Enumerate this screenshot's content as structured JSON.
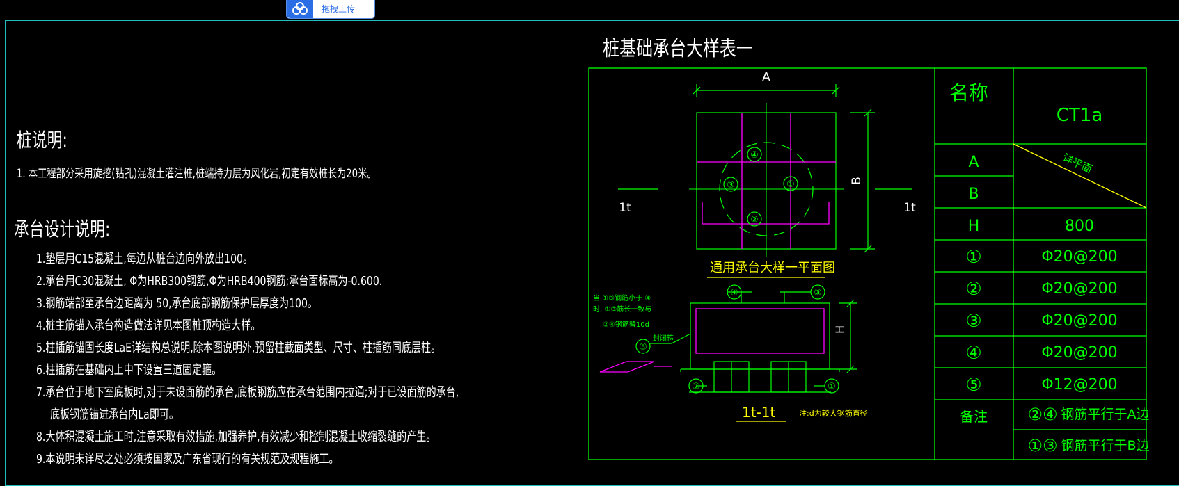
{
  "upload_label": "拖拽上传",
  "notes": {
    "pile_title": "桩说明:",
    "pile_line": "1. 本工程部分采用旋挖(钻孔)混凝土灌注桩,桩端持力层为风化岩,初定有效桩长为20米。",
    "cap_title": "承台设计说明:",
    "cap_lines": [
      "1.垫层用C15混凝土,每边从桩台边向外放出100。",
      "2.承台用C30混凝土, Φ为HRB300钢筋,Φ为HRB400钢筋;承台面标高为-0.600.",
      "3.钢筋端部至承台边距离为 50,承台底部钢筋保护层厚度为100。",
      "4.桩主筋锚入承台构造做法详见本图桩顶构造大样。",
      "5.柱插筋锚固长度LaE详结构总说明,除本图说明外,预留柱截面类型、尺寸、柱插筋同底层柱。",
      "6.柱插筋在基础内上中下设置三道固定箍。",
      "7.承台位于地下室底板时,对于未设面筋的承台,底板钢筋应在承台范围内拉通;对于已设面筋的承台,",
      "底板钢筋锚进承台内La即可。",
      "8.大体积混凝土施工时,注意采取有效措施,加强养护,有效减少和控制混凝土收缩裂缝的产生。",
      "9.本说明未详尽之处必须按国家及广东省现行的有关规范及规程施工。"
    ]
  },
  "table_title": "桩基础承台大样表一",
  "plan": {
    "dim_a": "A",
    "dim_b": "B",
    "sec_left": "1t",
    "sec_right": "1t",
    "caption": "通用承台大样一平面图",
    "m1": "①",
    "m2": "②",
    "m3": "③",
    "m4": "④"
  },
  "section": {
    "title": "1t-1t",
    "note": "注:d为较大钢筋直径",
    "dim_h": "H",
    "m1": "①",
    "m2": "②",
    "m3": "③",
    "m4": "④",
    "m5": "⑤",
    "annot1": "当 ①③钢筋小于 ④",
    "annot2": "时, ①③筋长一致与",
    "annot3": "②④钢筋替10d",
    "annot4": "封闭箍"
  },
  "table": {
    "name_label": "名称",
    "name_value": "CT1a",
    "diag_label": "详平面",
    "rows": [
      {
        "label": "A",
        "value": ""
      },
      {
        "label": "B",
        "value": ""
      },
      {
        "label": "H",
        "value": "800"
      },
      {
        "label": "①",
        "value": "Φ20@200"
      },
      {
        "label": "②",
        "value": "Φ20@200"
      },
      {
        "label": "③",
        "value": "Φ20@200"
      },
      {
        "label": "④",
        "value": "Φ20@200"
      },
      {
        "label": "⑤",
        "value": "Φ12@200"
      }
    ],
    "remark_label": "备注",
    "remark1_marks": "②④",
    "remark1_text": "钢筋平行于A边",
    "remark2_marks": "①③",
    "remark2_text": "钢筋平行于B边"
  },
  "colors": {
    "green": "#00ff00",
    "magenta": "#ff00ff",
    "yellow": "#ffff00",
    "cyan": "#1fbfbf",
    "blue_ui": "#2b6de5"
  }
}
